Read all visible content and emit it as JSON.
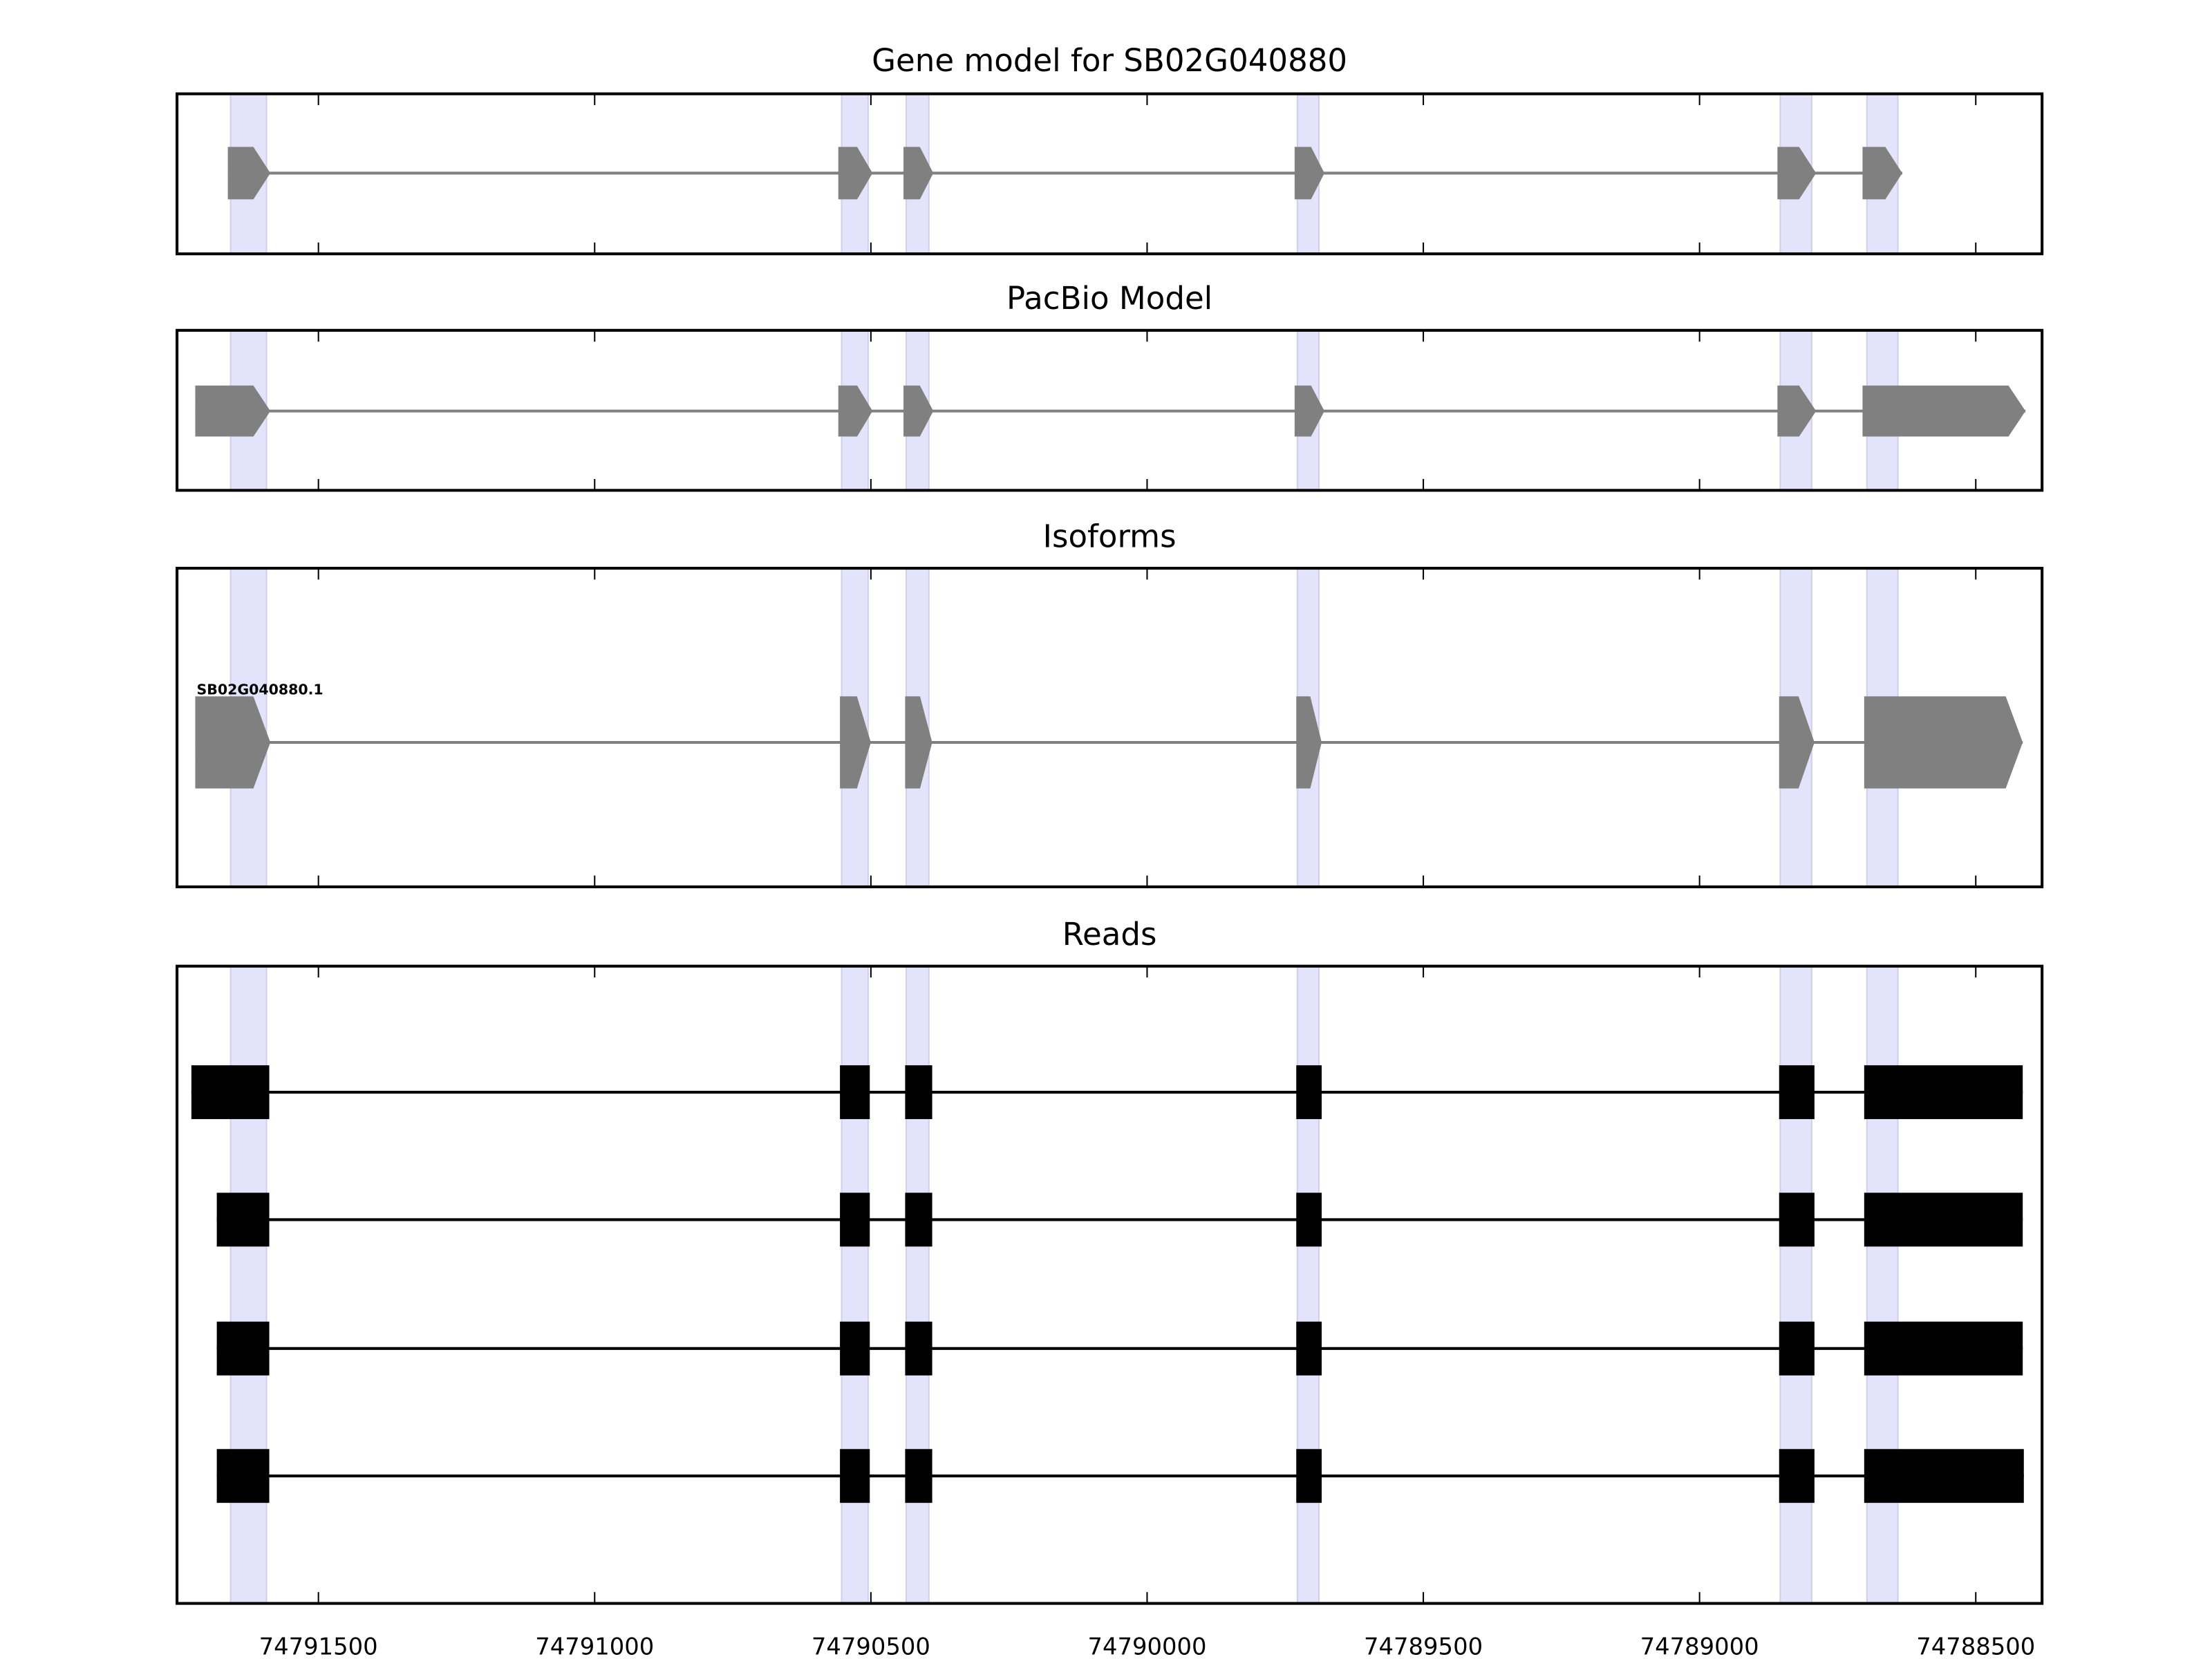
{
  "colors": {
    "highlight": "#e3e3fb",
    "highlight_edge": "#d0d0ee",
    "model": "#808080",
    "read": "#000000",
    "axis": "#000000"
  },
  "chart_data": {
    "type": "gene-track",
    "xlim": [
      74791756,
      74788380
    ],
    "x_ticks": [
      74791500,
      74791000,
      74790500,
      74790000,
      74789500,
      74789000,
      74788500
    ],
    "x_tick_labels": [
      "74791500",
      "74791000",
      "74790500",
      "74790000",
      "74789500",
      "74789000",
      "74788500"
    ],
    "highlights": [
      [
        74791659,
        74791594
      ],
      [
        74790553,
        74790505
      ],
      [
        74790436,
        74790395
      ],
      [
        74789728,
        74789689
      ],
      [
        74788854,
        74788797
      ],
      [
        74788697,
        74788641
      ]
    ],
    "panels": [
      {
        "title": "Gene model for SB02G040880",
        "style": "model",
        "tracks": [
          {
            "label": "",
            "exons": [
              [
                74791664,
                74791587
              ],
              [
                74790559,
                74790497
              ],
              [
                74790441,
                74790387
              ],
              [
                74789733,
                74789679
              ],
              [
                74788859,
                74788789
              ],
              [
                74788705,
                74788633
              ]
            ]
          }
        ]
      },
      {
        "title": "PacBio Model",
        "style": "model",
        "tracks": [
          {
            "label": "",
            "exons": [
              [
                74791723,
                74791587
              ],
              [
                74790559,
                74790497
              ],
              [
                74790441,
                74790387
              ],
              [
                74789733,
                74789679
              ],
              [
                74788859,
                74788789
              ],
              [
                74788705,
                74788410
              ]
            ]
          }
        ]
      },
      {
        "title": "Isoforms",
        "style": "model",
        "tracks": [
          {
            "label": "SB02G040880.1",
            "exons": [
              [
                74791723,
                74791587
              ],
              [
                74790556,
                74790500
              ],
              [
                74790438,
                74790389
              ],
              [
                74789730,
                74789684
              ],
              [
                74788856,
                74788792
              ],
              [
                74788702,
                74788415
              ]
            ]
          }
        ]
      },
      {
        "title": "Reads",
        "style": "read",
        "tracks": [
          {
            "label": "",
            "exons": [
              [
                74791730,
                74791589
              ],
              [
                74790556,
                74790502
              ],
              [
                74790438,
                74790389
              ],
              [
                74789730,
                74789684
              ],
              [
                74788856,
                74788792
              ],
              [
                74788702,
                74788415
              ]
            ]
          },
          {
            "label": "",
            "exons": [
              [
                74791684,
                74791589
              ],
              [
                74790556,
                74790502
              ],
              [
                74790438,
                74790389
              ],
              [
                74789730,
                74789684
              ],
              [
                74788856,
                74788792
              ],
              [
                74788702,
                74788415
              ]
            ]
          },
          {
            "label": "",
            "exons": [
              [
                74791684,
                74791589
              ],
              [
                74790556,
                74790502
              ],
              [
                74790438,
                74790389
              ],
              [
                74789730,
                74789684
              ],
              [
                74788856,
                74788792
              ],
              [
                74788702,
                74788415
              ]
            ]
          },
          {
            "label": "",
            "exons": [
              [
                74791684,
                74791589
              ],
              [
                74790556,
                74790502
              ],
              [
                74790438,
                74790389
              ],
              [
                74789730,
                74789684
              ],
              [
                74788856,
                74788792
              ],
              [
                74788702,
                74788413
              ]
            ]
          }
        ]
      }
    ]
  }
}
